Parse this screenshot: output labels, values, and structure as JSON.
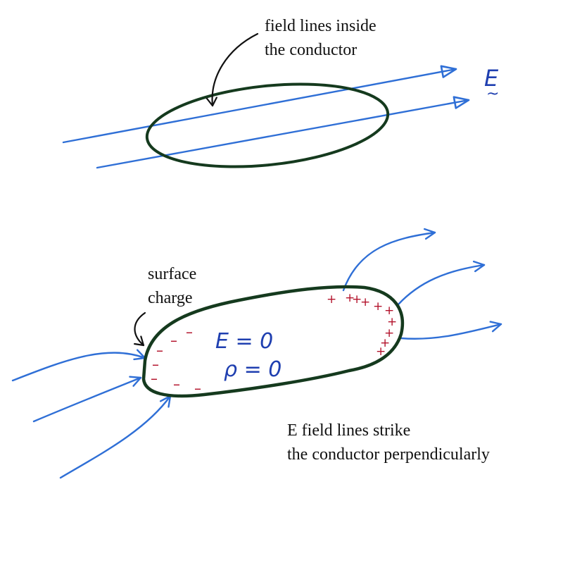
{
  "colors": {
    "conductor": "#153a1e",
    "field_lines": "#2f6fd6",
    "hand_text": "#1f3fb0",
    "charge": "#b3122b",
    "printed_text": "#111111"
  },
  "top_panel": {
    "annotation_line1": "field lines inside",
    "annotation_line2": "the conductor",
    "field_label": "E",
    "field_label_mark": "~"
  },
  "bottom_panel": {
    "surface_label_line1": "surface",
    "surface_label_line2": "charge",
    "inside_e": "E = 0",
    "inside_rho": "ρ = 0",
    "caption_line1": "E field lines strike",
    "caption_line2": "the conductor perpendicularly",
    "negative_symbol": "–",
    "positive_symbol": "+"
  }
}
